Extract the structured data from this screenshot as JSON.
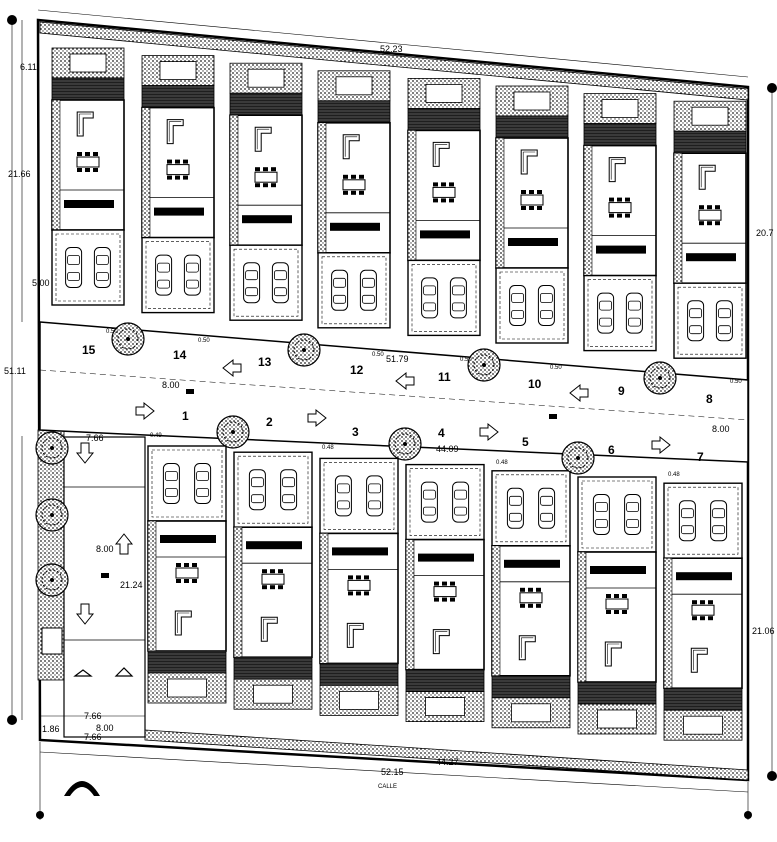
{
  "street_label": "CALLE",
  "dimensions": {
    "top_width": "52.23",
    "top_setback": "6.11",
    "left_upper_depth": "21.66",
    "right_upper_depth": "20.7",
    "upper_garage_depth": "5.00",
    "total_depth": "51.11",
    "road_width_left": "8.00",
    "road_width_right": "8.00",
    "road_length": "51.79",
    "lower_row_length": "44.09",
    "left_lower_depth": "21.24",
    "right_lower_depth": "21.06",
    "left_access_width": "7.66",
    "left_access_width_b": "7.66",
    "access_lane": "8.00",
    "access_lane_b": "8.00",
    "left_corner": "1.86",
    "bottom_width": "52.15",
    "bottom_row_length": "44.27",
    "strip_a": "0.49",
    "strip_b": "0.48",
    "strip_c": "0.48",
    "strip_d": "0.48",
    "strip_e": "0.50",
    "strip_f": "0.50",
    "strip_g": "0.50",
    "strip_h": "0.50",
    "strip_i": "0.50",
    "strip_j": "0.50",
    "lower_left_width": "7.66"
  },
  "top_lots": [
    "15",
    "14",
    "13",
    "12",
    "11",
    "10",
    "9",
    "8"
  ],
  "bottom_lots": [
    "1",
    "2",
    "3",
    "4",
    "5",
    "6",
    "7"
  ]
}
